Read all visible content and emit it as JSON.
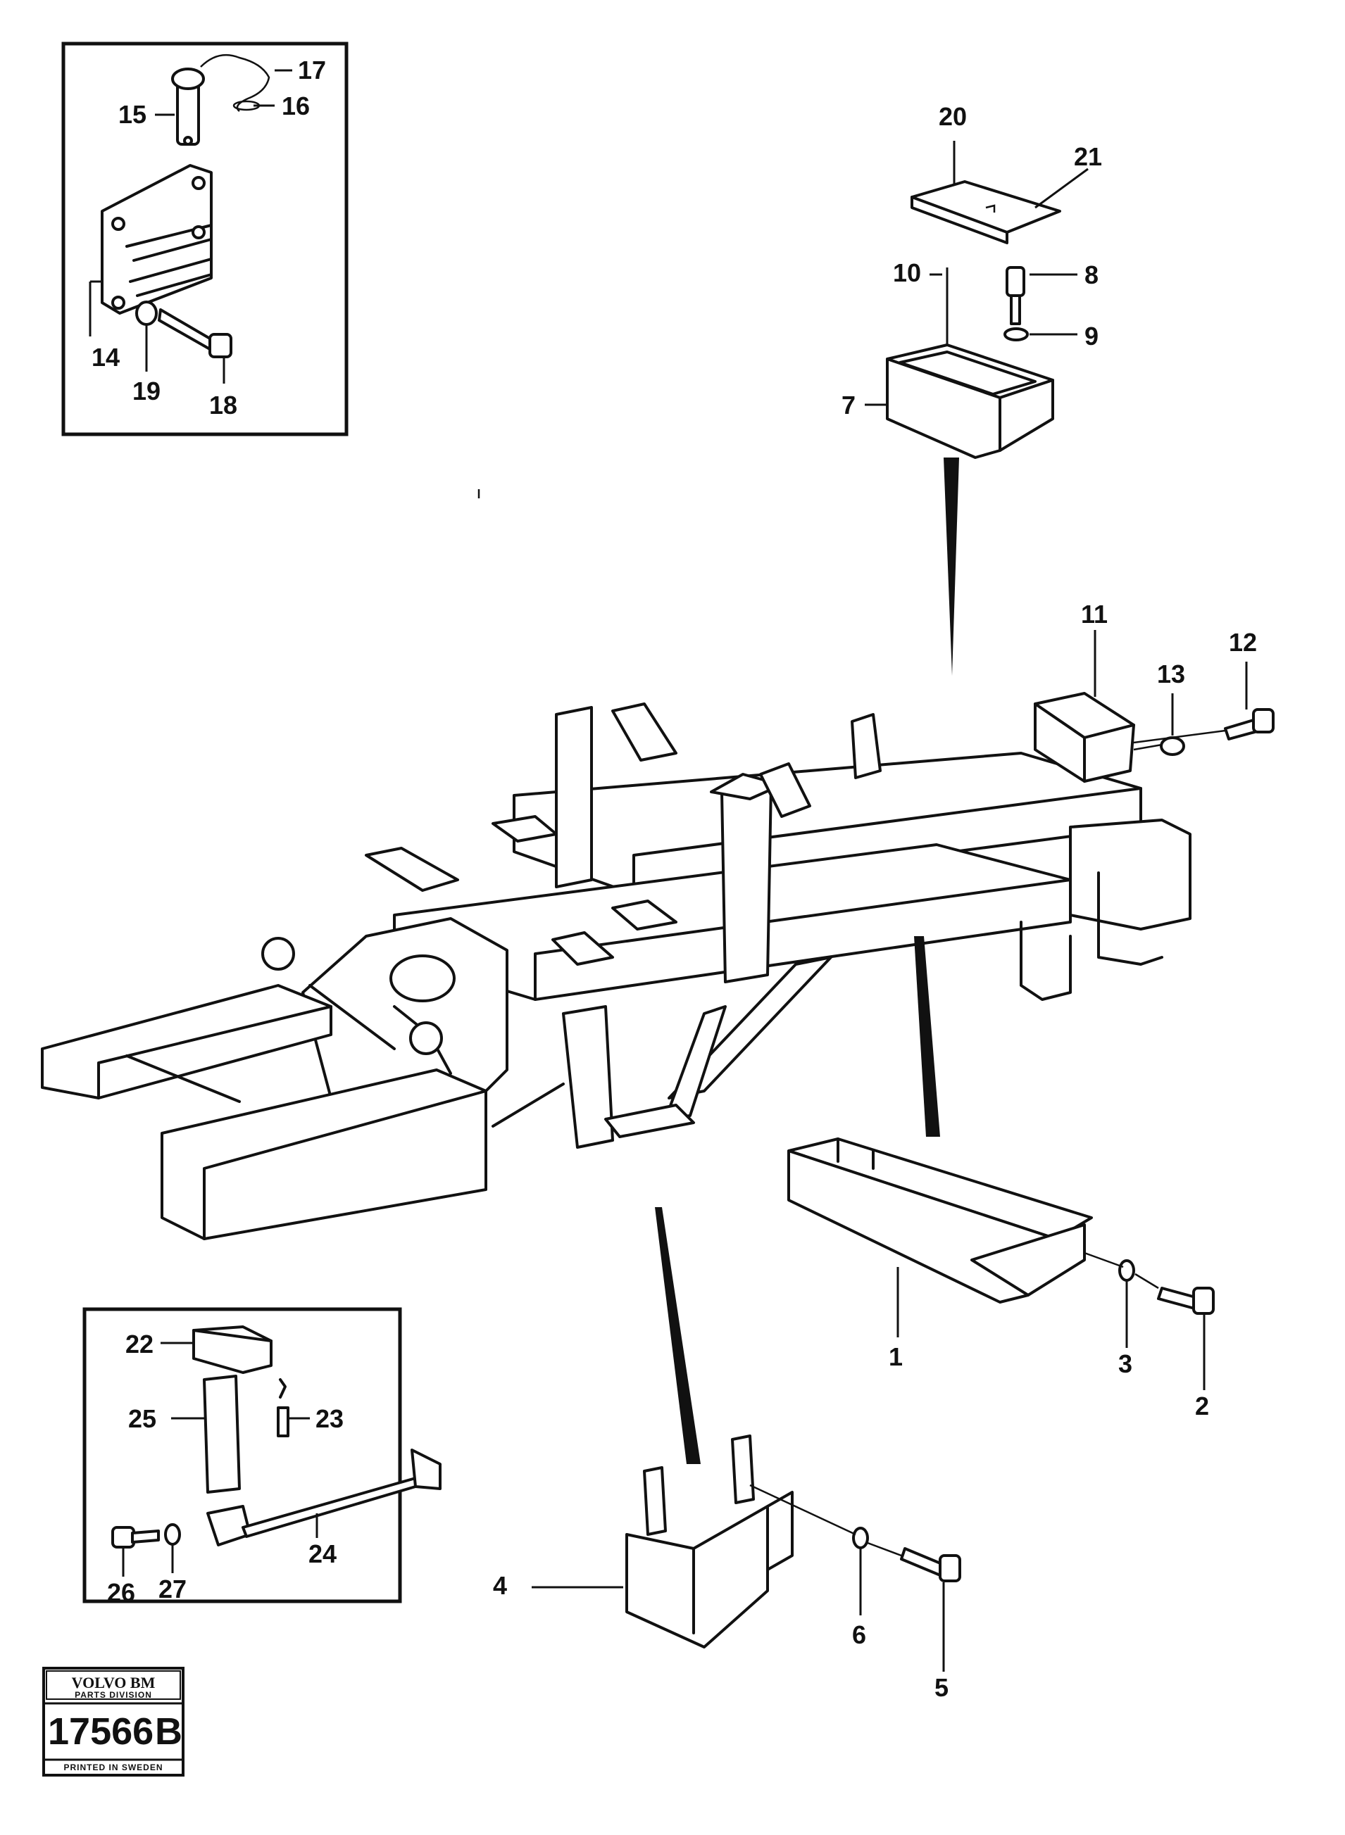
{
  "diagram": {
    "callouts": [
      "1",
      "2",
      "3",
      "4",
      "5",
      "6",
      "7",
      "8",
      "9",
      "10",
      "11",
      "12",
      "13",
      "14",
      "15",
      "16",
      "17",
      "18",
      "19",
      "20",
      "21",
      "22",
      "23",
      "24",
      "25",
      "26",
      "27"
    ]
  },
  "stamp": {
    "brand": "VOLVO BM",
    "division": "PARTS DIVISION",
    "number": "17566",
    "suffix": "B",
    "footer": "PRINTED IN SWEDEN"
  }
}
